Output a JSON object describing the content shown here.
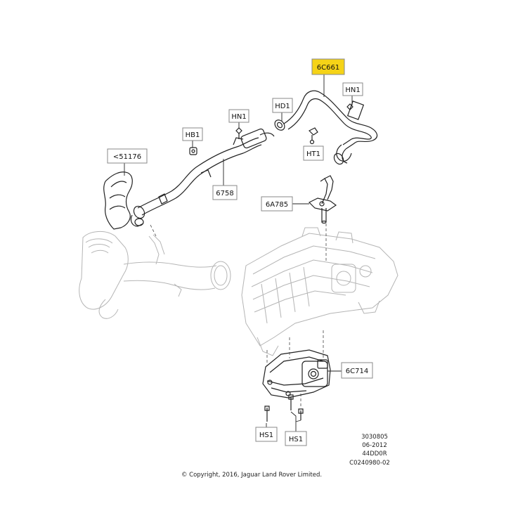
{
  "callouts": {
    "main_part": "6C661",
    "hn1_top": "HN1",
    "hd1": "HD1",
    "hn1_left": "HN1",
    "hb1": "HB1",
    "ht1": "HT1",
    "ref_51176": "<51176",
    "p6758": "6758",
    "p6a785": "6A785",
    "p6c714": "6C714",
    "hs1_left": "HS1",
    "hs1_right": "HS1"
  },
  "drawing_info": {
    "line1": "3030805",
    "line2": "06-2012",
    "line3": "44DD0R",
    "line4": "C0240980-02"
  },
  "copyright": "© Copyright, 2016, Jaguar Land Rover Limited.",
  "colors": {
    "highlight": "#f5d317",
    "label_border": "#888888",
    "ink": "#222222",
    "ghost": "#b5b5b5"
  }
}
